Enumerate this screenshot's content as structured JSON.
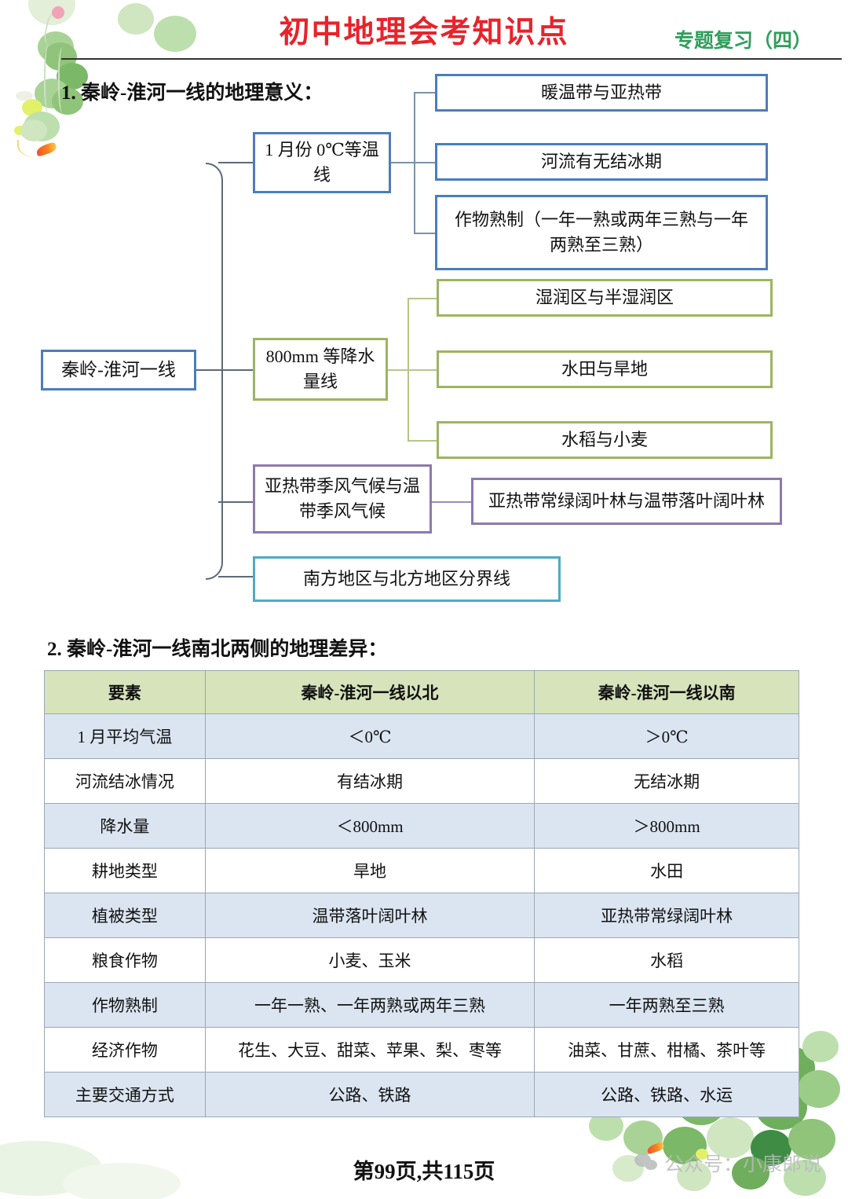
{
  "header": {
    "title": "初中地理会考知识点",
    "tag": "专题复习（四）",
    "title_color": "#e8232a",
    "tag_color": "#2f9e5c"
  },
  "sections": {
    "one_heading": "1. 秦岭-淮河一线的地理意义：",
    "two_heading": "2. 秦岭-淮河一线南北两侧的地理差异："
  },
  "mindmap": {
    "root": "秦岭-淮河一线",
    "branches": [
      {
        "label": "1 月份 0℃等温线",
        "color": "#4a7ebb",
        "children": [
          "暖温带与亚热带",
          "河流有无结冰期",
          "作物熟制（一年一熟或两年三熟与一年两熟至三熟）"
        ]
      },
      {
        "label": "800mm 等降水量线",
        "color": "#9cb560",
        "children": [
          "湿润区与半湿润区",
          "水田与旱地",
          "水稻与小麦"
        ]
      },
      {
        "label": "亚热带季风气候与温带季风气候",
        "color": "#8d79ae",
        "children": [
          "亚热带常绿阔叶林与温带落叶阔叶林"
        ]
      },
      {
        "label": "南方地区与北方地区分界线",
        "color": "#4bacc6",
        "children": []
      }
    ]
  },
  "table": {
    "headers": [
      "要素",
      "秦岭-淮河一线以北",
      "秦岭-淮河一线以南"
    ],
    "header_bg": "#d7e3bb",
    "odd_row_bg": "#dbe5f1",
    "rows": [
      [
        "1 月平均气温",
        "＜0℃",
        "＞0℃"
      ],
      [
        "河流结冰情况",
        "有结冰期",
        "无结冰期"
      ],
      [
        "降水量",
        "＜800mm",
        "＞800mm"
      ],
      [
        "耕地类型",
        "旱地",
        "水田"
      ],
      [
        "植被类型",
        "温带落叶阔叶林",
        "亚热带常绿阔叶林"
      ],
      [
        "粮食作物",
        "小麦、玉米",
        "水稻"
      ],
      [
        "作物熟制",
        "一年一熟、一年两熟或两年三熟",
        "一年两熟至三熟"
      ],
      [
        "经济作物",
        "花生、大豆、甜菜、苹果、梨、枣等",
        "油菜、甘蔗、柑橘、茶叶等"
      ],
      [
        "主要交通方式",
        "公路、铁路",
        "公路、铁路、水运"
      ]
    ]
  },
  "footer": {
    "page_label": "第99页,共115页",
    "watermark": "公众号：小康郎说"
  }
}
